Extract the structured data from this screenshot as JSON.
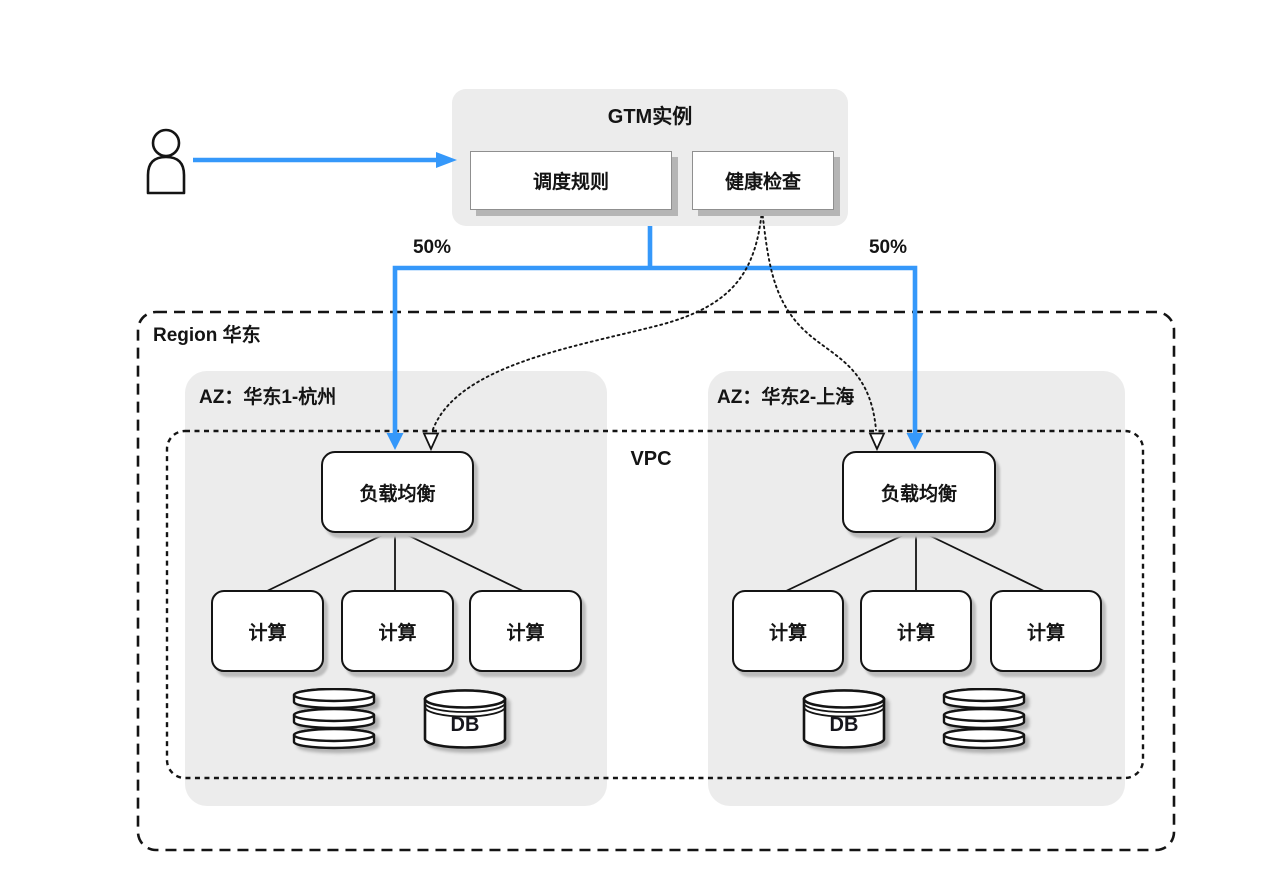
{
  "gtm": {
    "title": "GTM实例",
    "scheduling_label": "调度规则",
    "health_label": "健康检查"
  },
  "traffic": {
    "left_share": "50%",
    "right_share": "50%"
  },
  "region": {
    "label": "Region 华东",
    "vpc_label": "VPC"
  },
  "azs": [
    {
      "label": "AZ：华东1-杭州",
      "lb_label": "负载均衡",
      "compute_labels": [
        "计算",
        "计算",
        "计算"
      ],
      "db_label": "DB"
    },
    {
      "label": "AZ：华东2-上海",
      "lb_label": "负载均衡",
      "compute_labels": [
        "计算",
        "计算",
        "计算"
      ],
      "db_label": "DB"
    }
  ],
  "colors": {
    "accent_blue": "#3598fa",
    "container_gray": "#ececec",
    "line_black": "#141414",
    "shadow_gray": "#b5b5b5"
  }
}
